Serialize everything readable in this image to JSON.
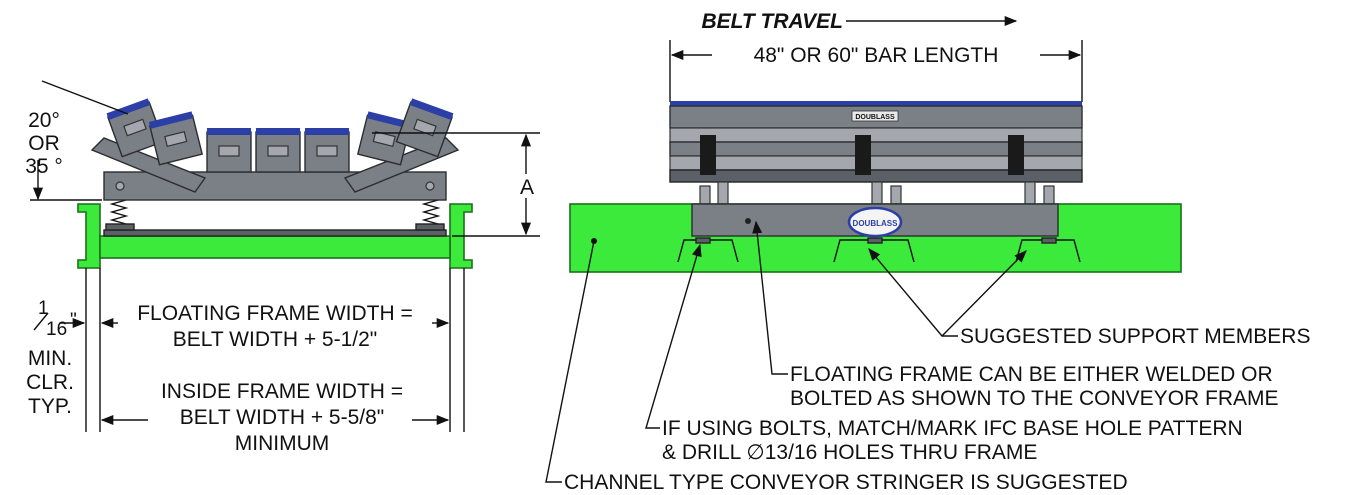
{
  "left_view": {
    "angle_label": [
      "20°",
      "OR",
      "35 °"
    ],
    "dim_a": "A",
    "clearance_label": {
      "fraction_num": "1",
      "fraction_den": "16",
      "inch_mark": "\"",
      "lines": [
        "MIN.",
        "CLR.",
        "TYP."
      ]
    },
    "floating_frame_width": [
      "FLOATING FRAME WIDTH =",
      "BELT WIDTH + 5-1/2\""
    ],
    "inside_frame_width": [
      "INSIDE FRAME WIDTH =",
      "BELT WIDTH + 5-5/8\"",
      "MINIMUM"
    ]
  },
  "right_view": {
    "belt_travel": "BELT TRAVEL",
    "bar_length": "48\" OR 60\" BAR LENGTH",
    "brand": "DOUBLASS",
    "callouts": {
      "support_members": "SUGGESTED SUPPORT MEMBERS",
      "floating_frame": [
        "FLOATING FRAME CAN BE EITHER WELDED OR",
        "BOLTED AS SHOWN TO THE CONVEYOR FRAME"
      ],
      "bolts": [
        "IF USING BOLTS, MATCH/MARK IFC BASE HOLE PATTERN",
        "& DRILL ∅13/16 HOLES THRU FRAME"
      ],
      "stringer": "CHANNEL TYPE CONVEYOR STRINGER IS SUGGESTED"
    }
  },
  "colors": {
    "frame_green": "#3bea3b",
    "belt_blue": "#2c3fa6",
    "steel_gray": "#7b7f86"
  }
}
